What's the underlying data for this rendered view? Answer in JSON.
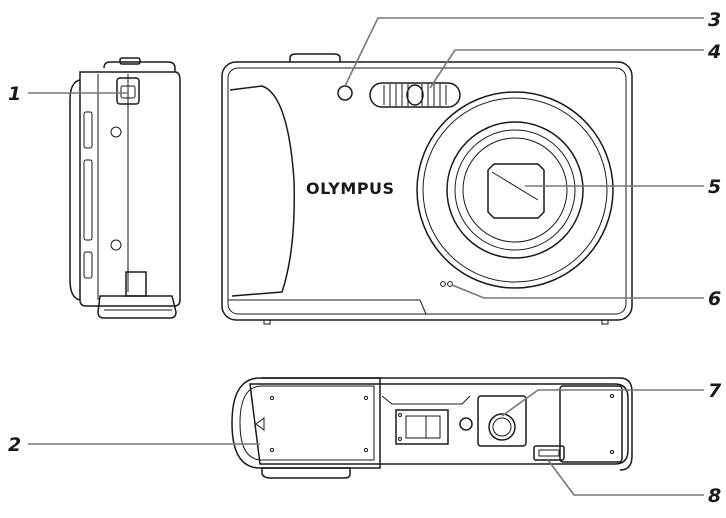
{
  "brand_text": "OLYMPUS",
  "callouts": {
    "c1": "1",
    "c2": "2",
    "c3": "3",
    "c4": "4",
    "c5": "5",
    "c6": "6",
    "c7": "7",
    "c8": "8"
  },
  "colors": {
    "line": "#1a1a1a",
    "leader": "#777777",
    "background": "#ffffff"
  }
}
